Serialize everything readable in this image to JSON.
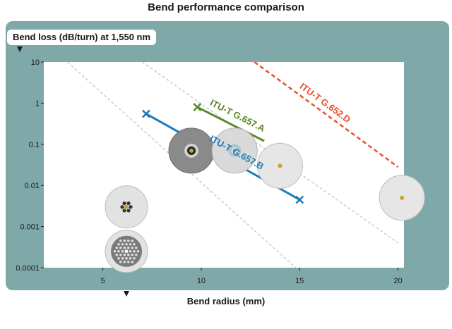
{
  "chart_data": {
    "type": "line",
    "title": "Bend performance comparison",
    "ylabel": "Bend loss (dB/turn) at 1,550 nm",
    "xlabel": "Bend radius (mm)",
    "xlim": [
      2.0,
      20.3
    ],
    "ylim": [
      0.0001,
      10
    ],
    "yscale": "log",
    "x_ticks": [
      5,
      10,
      15,
      20
    ],
    "x_tick_labels": [
      "5",
      "10",
      "15",
      "20"
    ],
    "y_ticks": [
      10,
      1,
      0.1,
      0.01,
      0.001,
      0.0001
    ],
    "y_tick_labels": [
      "10",
      "1",
      "0.1",
      "0.01",
      "0.001",
      "0.0001"
    ],
    "grid": false,
    "legend": "none",
    "series": [
      {
        "name": "ITU-T G.652.D",
        "color": "#e8502a",
        "dash": true,
        "points": [
          [
            12.7,
            10
          ],
          [
            20.0,
            0.028
          ]
        ]
      },
      {
        "name": "ITU-T G.657.A",
        "color": "#5a8a2a",
        "dash": false,
        "marker_x": [
          9.8
        ],
        "points": [
          [
            9.8,
            0.8
          ],
          [
            13.2,
            0.12
          ]
        ]
      },
      {
        "name": "ITU-T G.657.B",
        "color": "#1f7ab8",
        "dash": false,
        "marker_x": [
          7.2,
          15.0
        ],
        "points": [
          [
            7.2,
            0.55
          ],
          [
            15.0,
            0.0045
          ]
        ]
      }
    ],
    "reference_lines": [
      {
        "color": "#cccccc",
        "points": [
          [
            3.2,
            10
          ],
          [
            14.8,
            0.0001
          ]
        ]
      },
      {
        "color": "#cccccc",
        "points": [
          [
            7.0,
            10
          ],
          [
            20.0,
            0.0004
          ]
        ]
      }
    ],
    "annotations": [
      {
        "kind": "fiber",
        "x": 6.2,
        "y": 0.003,
        "style": "star"
      },
      {
        "kind": "fiber",
        "x": 6.2,
        "y": 0.00025,
        "style": "holey"
      },
      {
        "kind": "fiber",
        "x": 9.5,
        "y": 0.07,
        "style": "dark"
      },
      {
        "kind": "fiber",
        "x": 11.7,
        "y": 0.07,
        "style": "ring"
      },
      {
        "kind": "fiber",
        "x": 14.0,
        "y": 0.03,
        "style": "plain"
      },
      {
        "kind": "fiber",
        "x": 20.2,
        "y": 0.005,
        "style": "plain"
      }
    ]
  }
}
